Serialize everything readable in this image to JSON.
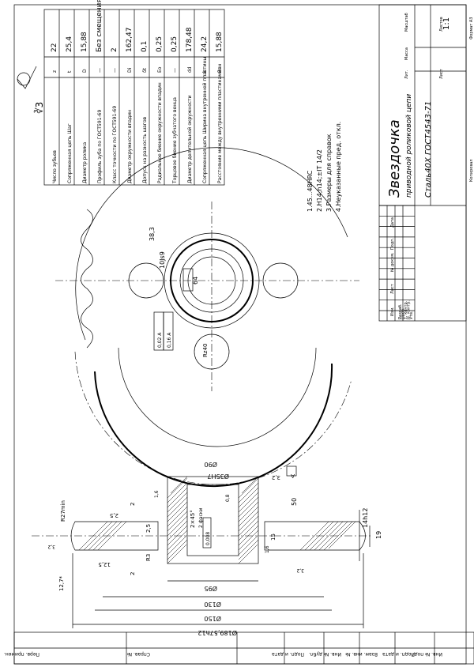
{
  "roughness": "∛3",
  "params": {
    "rows": [
      [
        "Число зубьев",
        "z",
        "22"
      ],
      [
        "Сопряженная цепь",
        "Шаг",
        "t",
        "25,4"
      ],
      [
        "",
        "Диаметр ролика",
        "D",
        "15,88"
      ],
      [
        "Профиль зуба по ГОСТ591-69",
        "—",
        "Без смещения"
      ],
      [
        "Класс точности по ГОСТ591-69",
        "—",
        "2"
      ],
      [
        "Диаметр окружности впадин",
        "Di",
        "162,47"
      ],
      [
        "Допуск на разность шагов",
        "δt",
        "0,1"
      ],
      [
        "Радиальное биение окружности впадин",
        "Eo",
        "0,25"
      ],
      [
        "Торцовое биение зубчатого венца",
        "—",
        "0,25"
      ],
      [
        "Диаметр делительной окружности",
        "dd",
        "178,48"
      ],
      [
        "Сопряженная цепь",
        "Ширина внутренней пластины",
        "b",
        "24,2"
      ],
      [
        "",
        "Расстояние между внутренними пластинами",
        "Bвн",
        "15,88"
      ]
    ]
  },
  "notes": [
    "1.45...48HRC",
    "2.H14;h14;±IT 14/2",
    "3.Размеры для справок",
    "4.Неуказанные пред. откл."
  ],
  "title_block": {
    "name": "Звездочка",
    "subname": "приводной роликовой цепи",
    "material": "Сталь40Х ГОСТ4543-71",
    "scale": "1:1",
    "lit": "Лит.",
    "mass": "Масса",
    "scale_label": "Масштаб",
    "sheet": "Лист",
    "sheets": "Листов",
    "roles": [
      "Изм.",
      "Лист",
      "№ докум.",
      "Подп.",
      "Дата"
    ],
    "people": [
      "Разраб.",
      "Пров.",
      "Т. контр.",
      "Н. контр.",
      "Утв."
    ],
    "copied": "Копировал",
    "format": "Формат А3"
  },
  "side_strip": [
    "Инв. № подл.",
    "Подп. и дата",
    "Взам. инв. №",
    "Инв. № дубл.",
    "Подп. и дата",
    "Справ. №",
    "Перв. примен."
  ],
  "front_view": {
    "dims": [
      "38,3",
      "10Js9",
      "64",
      "0,02 A",
      "0,16 A"
    ],
    "label": "A",
    "hole": "Rz40"
  },
  "section_view": {
    "top_dims": [
      "Ø90",
      "Ø35H7",
      "3,2"
    ],
    "mid_dims": [
      "2,5",
      "2,5",
      "2",
      "12,5",
      "R3",
      "2",
      "1,6",
      "3,2",
      "1,6",
      "0,8",
      "50",
      "14h12",
      "19",
      "15",
      "2×45°",
      "2 фаски",
      "0,008"
    ],
    "left_dims": [
      "R27min",
      "3,2",
      "12,7*"
    ],
    "bottom_dims": [
      "Ø95",
      "Ø130",
      "Ø150",
      "Ø189,57h12"
    ],
    "datum": "A"
  }
}
